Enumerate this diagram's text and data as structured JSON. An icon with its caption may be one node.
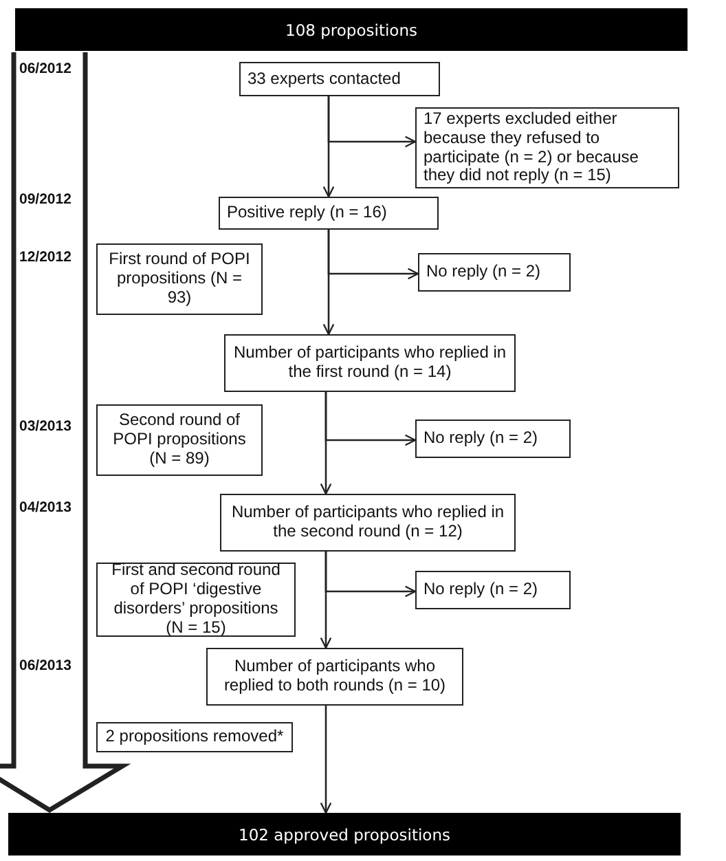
{
  "diagram": {
    "nodes": [
      {
        "text": [
          "108 propositions"
        ]
      },
      {
        "text": [
          "33 experts contacted"
        ]
      },
      {
        "text": [
          "17 experts excluded either because they refused to participate (n = 2) or because they did not reply (n = 15)"
        ]
      },
      {
        "text": [
          "Positive reply (n = 16)"
        ]
      },
      {
        "text": [
          "First round of POPI propositions (N = 93)"
        ]
      },
      {
        "text": [
          "No reply (n = 2)"
        ]
      },
      {
        "text": [
          "Number of participants who replied in the first round (n = 14)"
        ]
      },
      {
        "text": [
          "Second round of POPI propositions (N = 89)"
        ]
      },
      {
        "text": [
          "No reply (n = 2)"
        ]
      },
      {
        "text": [
          "Number of participants who replied in the second round (n = 12)"
        ]
      },
      {
        "text": [
          "First and second round of POPI ‘digestive disorders’ propositions (N = 15)"
        ]
      },
      {
        "text": [
          "No reply (n = 2)"
        ]
      },
      {
        "text": [
          "Number of participants who replied to both rounds (n = 10)"
        ]
      },
      {
        "text": [
          "2 propositions removed*"
        ]
      },
      {
        "text": [
          "102 approved propositions"
        ]
      }
    ],
    "edges": [
      {
        "from": 1,
        "to": 3,
        "arrow": "to"
      },
      {
        "from": 1,
        "to": 2,
        "arrow": "to"
      },
      {
        "from": 3,
        "to": 6,
        "arrow": "to"
      },
      {
        "from": 3,
        "to": 5,
        "arrow": "to"
      },
      {
        "from": 6,
        "to": 9,
        "arrow": "to"
      },
      {
        "from": 6,
        "to": 8,
        "arrow": "to"
      },
      {
        "from": 9,
        "to": 12,
        "arrow": "to"
      },
      {
        "from": 9,
        "to": 11,
        "arrow": "to"
      },
      {
        "from": 12,
        "to": 14,
        "arrow": "to"
      }
    ],
    "labels": [
      "06/2012",
      "09/2012",
      "12/2012",
      "03/2013",
      "04/2013",
      "06/2013"
    ]
  }
}
